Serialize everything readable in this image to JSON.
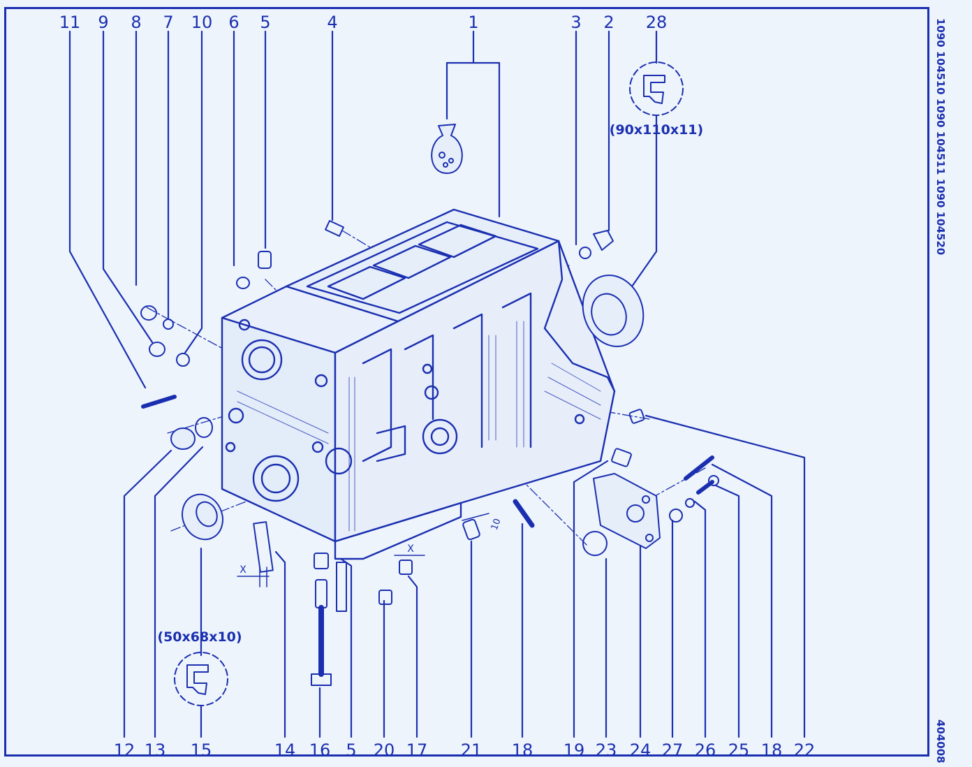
{
  "diagram": {
    "top_numbers": [
      "11",
      "9",
      "8",
      "7",
      "10",
      "6",
      "5",
      "4",
      "1",
      "3",
      "2",
      "28"
    ],
    "bottom_numbers": [
      "12",
      "13",
      "15",
      "14",
      "16",
      "5",
      "20",
      "17",
      "21",
      "18",
      "19",
      "23",
      "24",
      "27",
      "26",
      "25",
      "18",
      "22"
    ],
    "seal_top_dims": "(90x110x11)",
    "seal_bottom_dims": "(50x68x10)",
    "side_text": "1090  104510  1090  104511  1090  104520",
    "figure_code": "404008",
    "mark_x": "X",
    "mark_10": "10"
  },
  "colors": {
    "ink": "#1a2fb0",
    "paper": "#eef4fb"
  }
}
